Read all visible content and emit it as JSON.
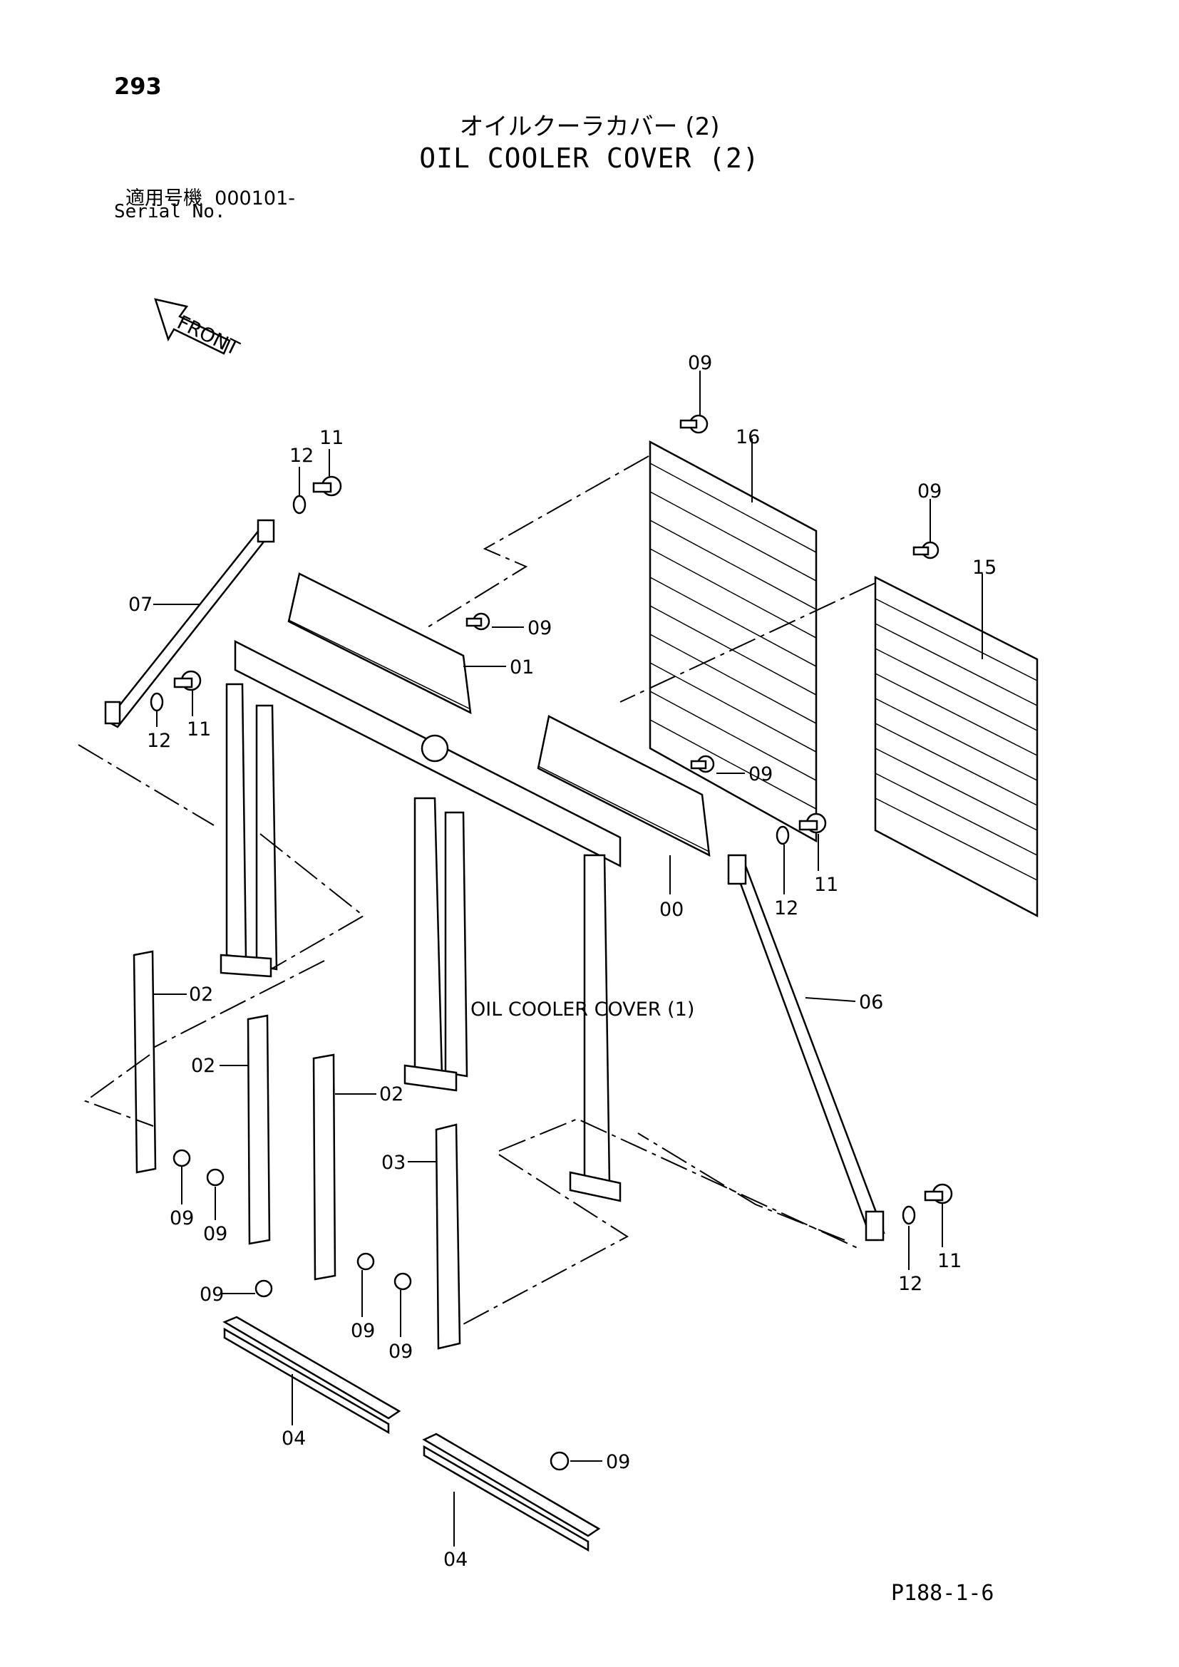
{
  "header": {
    "page_number": "293",
    "title_jp": "オイルクーラカバー (2)",
    "title_en": "OIL COOLER COVER (2)",
    "serial_label_jp": "適用号機",
    "serial_range": "000101-",
    "serial_label_en": "Serial No."
  },
  "diagram": {
    "front_label": "FRONT",
    "reference_label": "OIL COOLER COVER (1)",
    "callouts": {
      "c09a": "09",
      "c16": "16",
      "c09b": "09",
      "c15": "15",
      "c11a": "11",
      "c12a": "12",
      "c07": "07",
      "c09c": "09",
      "c01": "01",
      "c11b": "11",
      "c12b": "12",
      "c09d": "09",
      "c00": "00",
      "c12c": "12",
      "c11c": "11",
      "c02a": "02",
      "c06": "06",
      "c02b": "02",
      "c02c": "02",
      "c03": "03",
      "c09e": "09",
      "c09f": "09",
      "c12d": "12",
      "c11d": "11",
      "c09g": "09",
      "c09h": "09",
      "c09i": "09",
      "c04a": "04",
      "c09j": "09",
      "c04b": "04"
    }
  },
  "footer": {
    "page_ref": "P188-1-6"
  }
}
